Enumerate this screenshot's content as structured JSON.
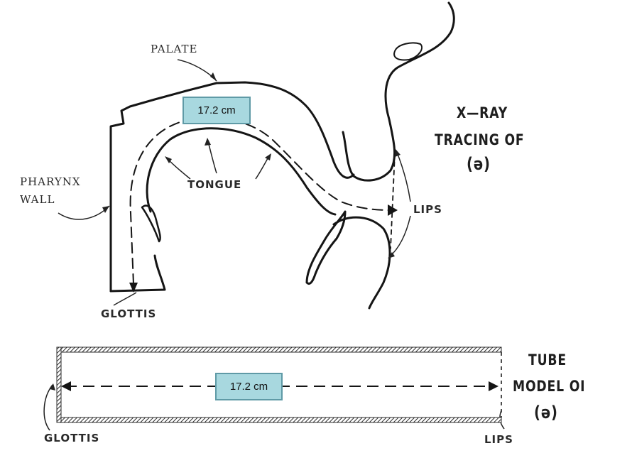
{
  "labels": {
    "palate": "PALATE",
    "pharynx": "PHARYNX",
    "wall": "WALL",
    "tongue": "TONGUE",
    "lips_top": "LIPS",
    "glottis_top": "GLOTTIS",
    "glottis_bottom": "GLOTTIS",
    "lips_bottom": "LIPS"
  },
  "titles": {
    "xray_line1": "X—RAY",
    "xray_line2": "TRACING OF",
    "xray_line3": "(ə)",
    "tube_line1": "TUBE",
    "tube_line2": "MODEL OI",
    "tube_line3": "(ə)"
  },
  "measurements": {
    "tract_length": "17.2 cm",
    "tube_length": "17.2 cm"
  }
}
